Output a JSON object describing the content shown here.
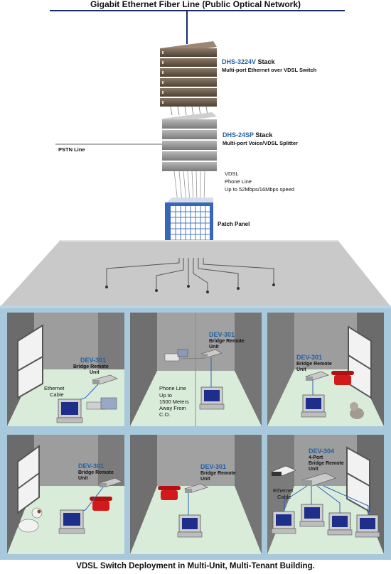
{
  "header": {
    "title": "Gigabit Ethernet Fiber Line (Public Optical Network)"
  },
  "footer": {
    "caption": "VDSL Switch Deployment in Multi-Unit, Multi-Tenant Building."
  },
  "equipment": {
    "switch": {
      "model": "DHS-3224V",
      "suffix": " Stack",
      "desc": "Multi-port Ethernet  over VDSL Switch"
    },
    "splitter": {
      "model": "DHS-24SP",
      "suffix": " Stack",
      "desc": "Multi-port Voice/VDSL Splitter"
    },
    "pstn": "PSTN Line",
    "vdsl": {
      "line1": "VDSL",
      "line2": "Phone Line",
      "line3": "Up to 52Mbps/16Mbps speed"
    },
    "patch": "Patch Panel"
  },
  "rooms": {
    "r1": {
      "model": "DEV-301",
      "desc1": "Bridge Remote",
      "desc2": "Unit",
      "cable1": "Ethernet",
      "cable2": "Cable"
    },
    "r2": {
      "model": "DEV-301",
      "desc1": "Bridge Remote",
      "desc2": "Unit",
      "phone1": "Phone Line",
      "phone2": "Up to",
      "phone3": "1500 Meters",
      "phone4": "Away From",
      "phone5": "C.O."
    },
    "r3": {
      "model": "DEV-301",
      "desc1": "Bridge Remote",
      "desc2": "Unit"
    },
    "r4": {
      "model": "DEV-301",
      "desc1": "Bridge Remote",
      "desc2": "Unit"
    },
    "r5": {
      "model": "DEV-301",
      "desc1": "Bridge Remote",
      "desc2": "Unit"
    },
    "r6": {
      "model": "DEV-304",
      "desc1": "4-Port",
      "desc2": "Bridge Remote",
      "desc3": "Unit",
      "cable1": "Ethernet",
      "cable2": "Cable"
    }
  }
}
